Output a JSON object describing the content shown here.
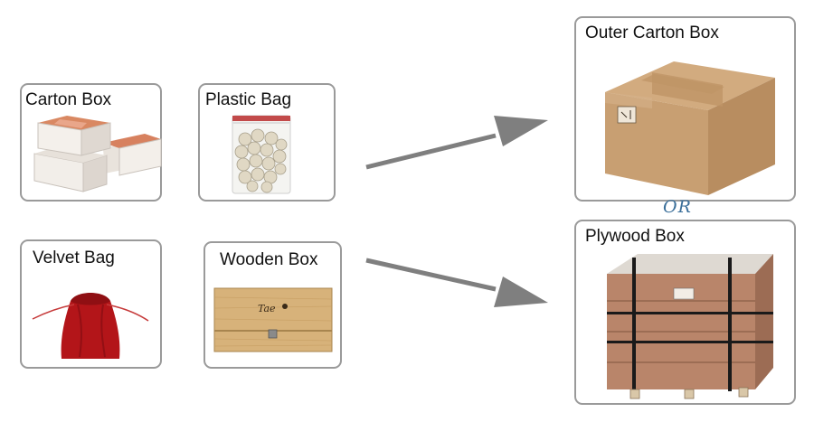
{
  "items": {
    "carton_box": "Carton Box",
    "plastic_bag": "Plastic Bag",
    "velvet_bag": "Velvet Bag",
    "wooden_box": "Wooden Box",
    "outer_carton_box": "Outer Carton Box",
    "plywood_box": "Plywood Box"
  },
  "connector_label": "OR",
  "wooden_box_brand": "Tae",
  "colors": {
    "card_border": "#9a9a9a",
    "arrow": "#7f7f7f",
    "or_text": "#3b6f9a"
  }
}
